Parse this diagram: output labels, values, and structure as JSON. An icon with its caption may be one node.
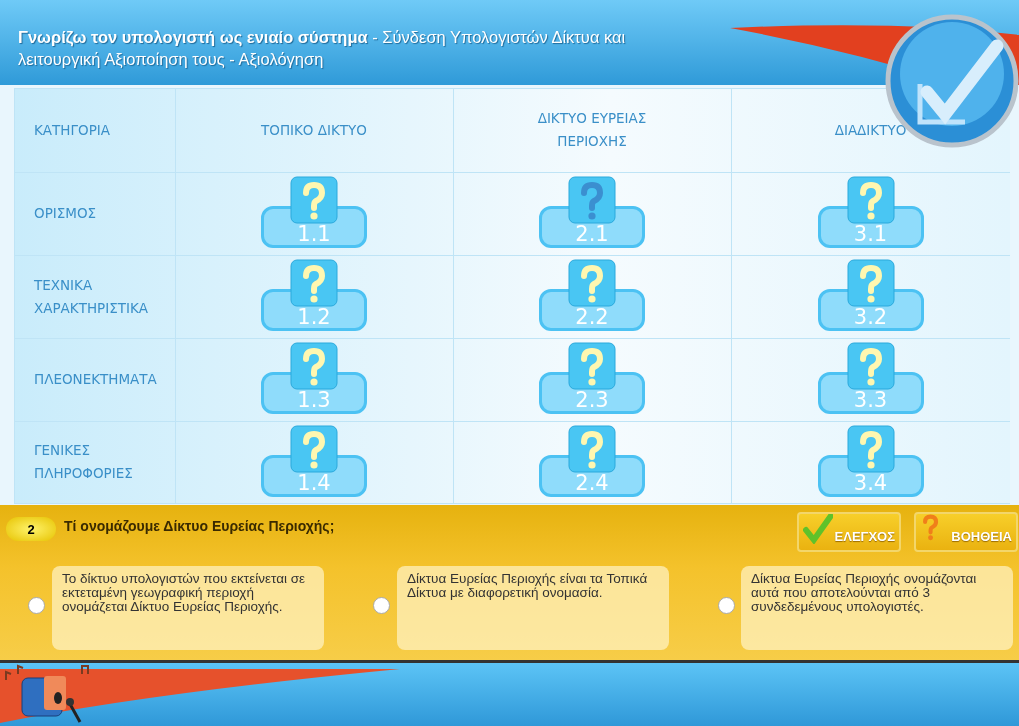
{
  "diagram": {
    "title": "**Γνωρίζω τον υπολογιστή ως ενιαίο σύστημα** - Σύνδεση Υπολογιστών Δίκτυα και λειτουργική Αξιοποίηση τους - Αξιολόγηση",
    "labels": [
      "ΚΑΤΗΓΟΡΙΑ",
      "ΤΟΠΙΚΟ ΔΙΚΤΥΟ",
      "ΔΙΚΤΥΟ ΕΥΡΕΙΑΣ ΠΕΡΙΟΧΗΣ",
      "ΔΙΑΔΙΚΤΥΟ",
      "ΟΡΙΣΜΟΣ",
      "1.1",
      "2.1",
      "3.1",
      "ΤΕΧΝΙΚΑ ΧΑΡΑΚΤΗΡΙΣΤΙΚΑ",
      "1.2",
      "2.2",
      "3.2",
      "ΠΛΕΟΝΕΚΤΗΜΑΤΑ",
      "1.3",
      "2.3",
      "3.3",
      "ΓΕΝΙΚΕΣ ΠΛΗΡΟΦΟΡΙΕΣ",
      "1.4",
      "2.4",
      "3.4",
      "2",
      "Τί ονομάζουμε Δίκτυο Ευρείας Περιοχής;",
      "ΕΛΕΓΧΟΣ",
      "ΒΟΗΘΕΙΑ",
      "Το δίκτυο υπολογιστών που εκτείνεται σε εκτεταμένη γεωγραφική περιοχή ονομάζεται Δίκτυο Ευρείας Περιοχής.",
      "Δίκτυα Ευρείας Περιοχής είναι τα Τοπικά Δίκτυα με διαφορετική ονομασία.",
      "Δίκτυα Ευρείας Περιοχής ονομάζονται αυτά που αποτελούνται από 3 συνδεδεμένους υπολογιστές."
    ]
  }
}
